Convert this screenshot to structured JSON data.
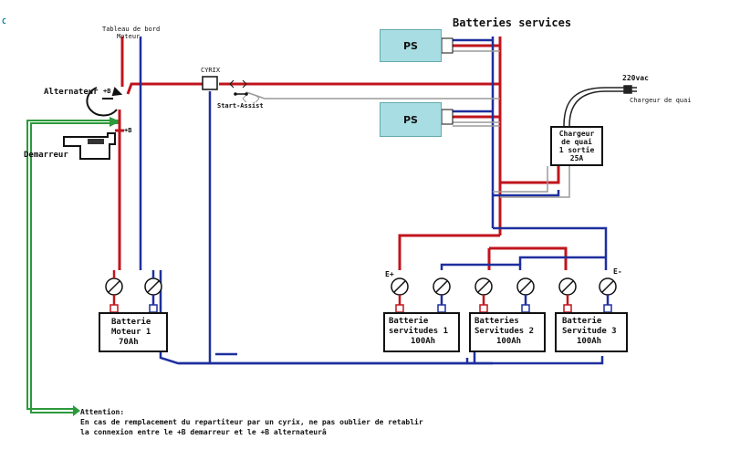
{
  "corner_mark": "C",
  "labels": {
    "tableau_line1": "Tableau de bord",
    "tableau_line2": "Moteur",
    "batteries_services": "Batteries services",
    "alternateur": "Alternateur",
    "plus_b_alt": "+B",
    "plus_b_dem": "+B",
    "demarreur": "Demarreur",
    "cyrix": "CYRIX",
    "start_assist": "Start-Assist",
    "ps_top": "PS",
    "ps_mid": "PS",
    "vac": "220vac",
    "chargeur_de_quai": "Chargeur de quai",
    "charger_line1": "Chargeur",
    "charger_line2": "de quai",
    "charger_line3": "1 sortie",
    "charger_line4": "25A",
    "e_plus": "E+",
    "e_minus": "E-"
  },
  "batteries": [
    {
      "line1": "Batterie",
      "line2": "Moteur 1",
      "line3": "70Ah"
    },
    {
      "line1": "Batterie",
      "line2": "servitudes 1",
      "line3": "100Ah"
    },
    {
      "line1": "Batteries",
      "line2": "Servitudes 2",
      "line3": "100Ah"
    },
    {
      "line1": "Batterie",
      "line2": "Servitude 3",
      "line3": "100Ah"
    }
  ],
  "note": {
    "line1": "Attention:",
    "line2": "En cas de remplacement du repartiteur par un cyrix, ne pas oublier de retablir",
    "line3": "la connexion entre le +B demarreur et le +B alternateurâ"
  },
  "colors": {
    "positive": "#c0141c",
    "negative": "#1e2f9e",
    "sense": "#2c9a3c",
    "charger_lead": "#9a9a9a",
    "ps_fill": "#a8dde3"
  }
}
